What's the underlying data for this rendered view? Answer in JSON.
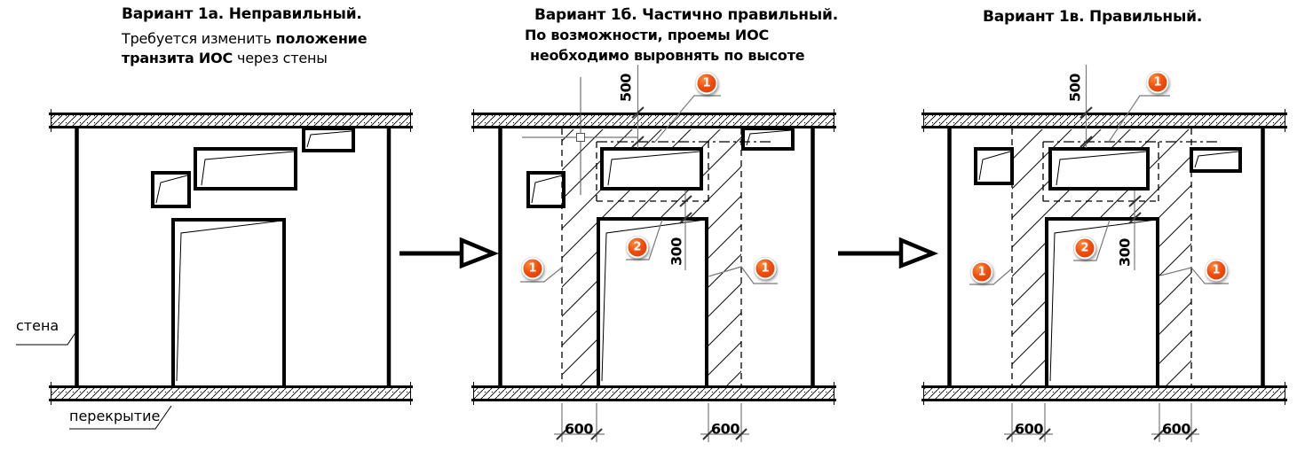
{
  "panels": {
    "left": {
      "title": "Вариант 1а. Неправильный.",
      "note": {
        "line1_regular": "Требуется изменить ",
        "line1_bold": "положение",
        "line2_bold": "транзита ИОС",
        "line2_regular": " через стены"
      },
      "labels": {
        "wall": "стена",
        "slab": "перекрытие"
      }
    },
    "middle": {
      "title": "Вариант 1б. Частично правильный.",
      "note_line1": "По возможности, проемы ИОС",
      "note_line2": "необходимо выровнять по высоте"
    },
    "right": {
      "title": "Вариант 1в. Правильный."
    }
  },
  "dims": {
    "top_clearance": "500",
    "between_openings": "300",
    "side_clearance": "600"
  },
  "markers": {
    "zone": "1",
    "opening": "2"
  },
  "colors": {
    "marker_fill": "#e8430a",
    "dim_line": "#7a7a7a",
    "drawing": "#000000",
    "background": "#ffffff"
  }
}
